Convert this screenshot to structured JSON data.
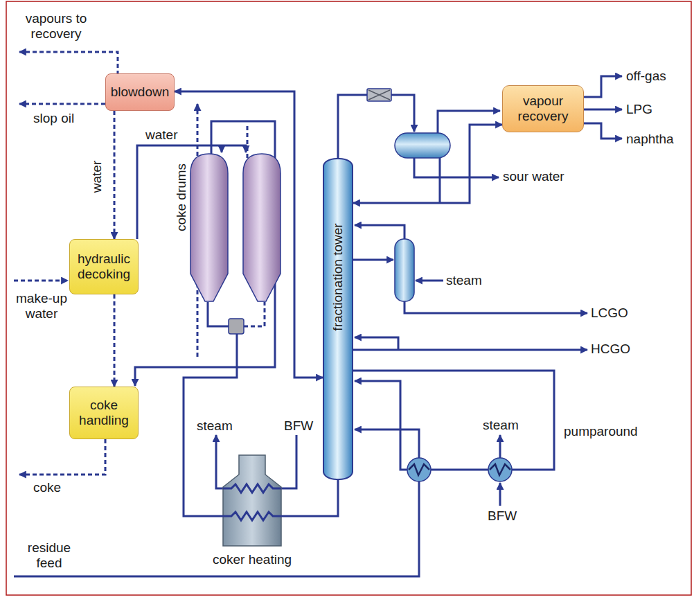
{
  "diagram": {
    "nodes": [
      {
        "text": [
          "blowdown"
        ]
      },
      {
        "text": [
          "hydraulic decoking"
        ]
      },
      {
        "text": [
          "coke handling"
        ]
      },
      {
        "text": [
          "fractionation tower"
        ]
      },
      {
        "text": [
          "vapour recovery"
        ]
      },
      {
        "text": [
          "coker heating"
        ]
      }
    ],
    "edges": [
      {
        "from": 0,
        "to": 1,
        "arrow": "to",
        "label": "water"
      },
      {
        "from": 1,
        "to": 2,
        "arrow": "to"
      },
      {
        "from": 3,
        "to": 0,
        "arrow": "both"
      },
      {
        "from": 3,
        "to": 4,
        "arrow": "both"
      },
      {
        "from": 3,
        "to": 5,
        "arrow": "none"
      }
    ],
    "labels": [
      "vapours to recovery",
      "slop oil",
      "water",
      "make-up water",
      "coke",
      "coke drums",
      "off-gas",
      "LPG",
      "naphtha",
      "sour water",
      "steam",
      "LCGO",
      "HCGO",
      "steam",
      "BFW",
      "steam",
      "pumparound",
      "BFW",
      "residue feed"
    ]
  }
}
